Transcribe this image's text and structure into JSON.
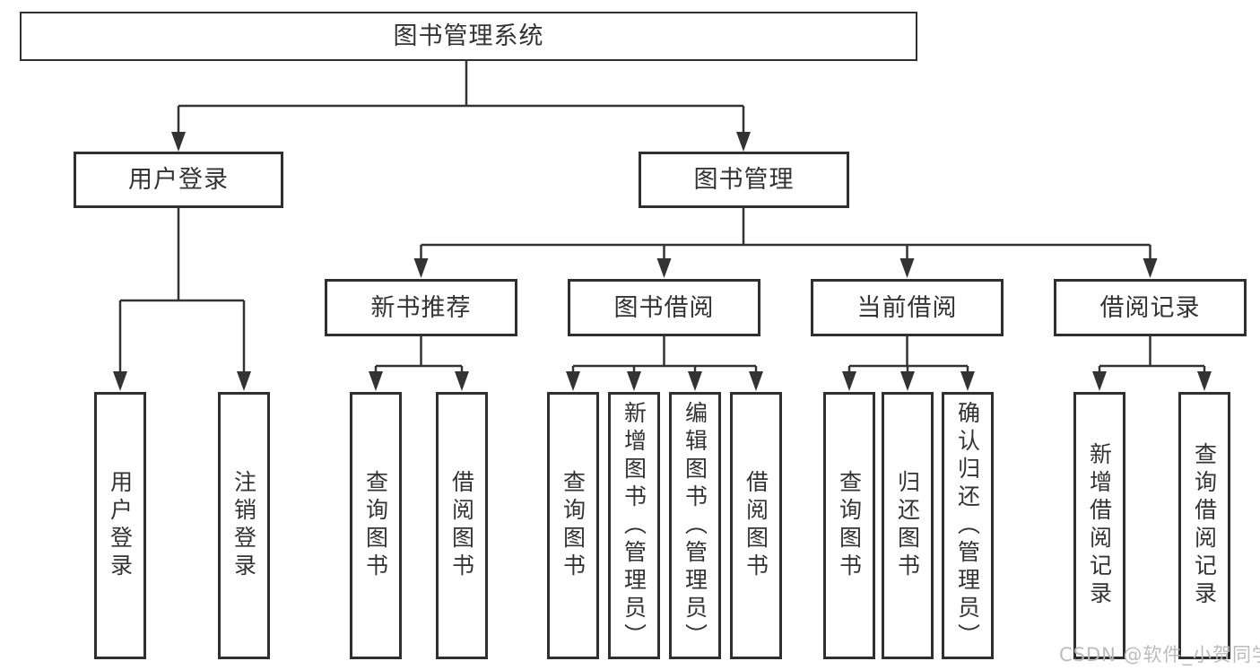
{
  "diagram": {
    "root": {
      "label": "图书管理系统"
    },
    "user_branch": {
      "label": "用户登录",
      "children": [
        {
          "label": "用户登录"
        },
        {
          "label": "注销登录"
        }
      ]
    },
    "mgmt_branch": {
      "label": "图书管理",
      "groups": [
        {
          "label": "新书推荐",
          "children": [
            {
              "label": "查询图书"
            },
            {
              "label": "借阅图书"
            }
          ]
        },
        {
          "label": "图书借阅",
          "children": [
            {
              "label": "查询图书"
            },
            {
              "label": "新增图书（管理员）"
            },
            {
              "label": "编辑图书（管理员）"
            },
            {
              "label": "借阅图书"
            }
          ]
        },
        {
          "label": "当前借阅",
          "children": [
            {
              "label": "查询图书"
            },
            {
              "label": "归还图书"
            },
            {
              "label": "确认归还（管理员）"
            }
          ]
        },
        {
          "label": "借阅记录",
          "children": [
            {
              "label": "新增借阅记录"
            },
            {
              "label": "查询借阅记录"
            }
          ]
        }
      ]
    }
  },
  "watermark": {
    "text": "CSDN @软件_小贺同学"
  },
  "colors": {
    "line": "#333333",
    "text": "#333333",
    "watermark": "#b9b9b9",
    "background": "#ffffff"
  }
}
